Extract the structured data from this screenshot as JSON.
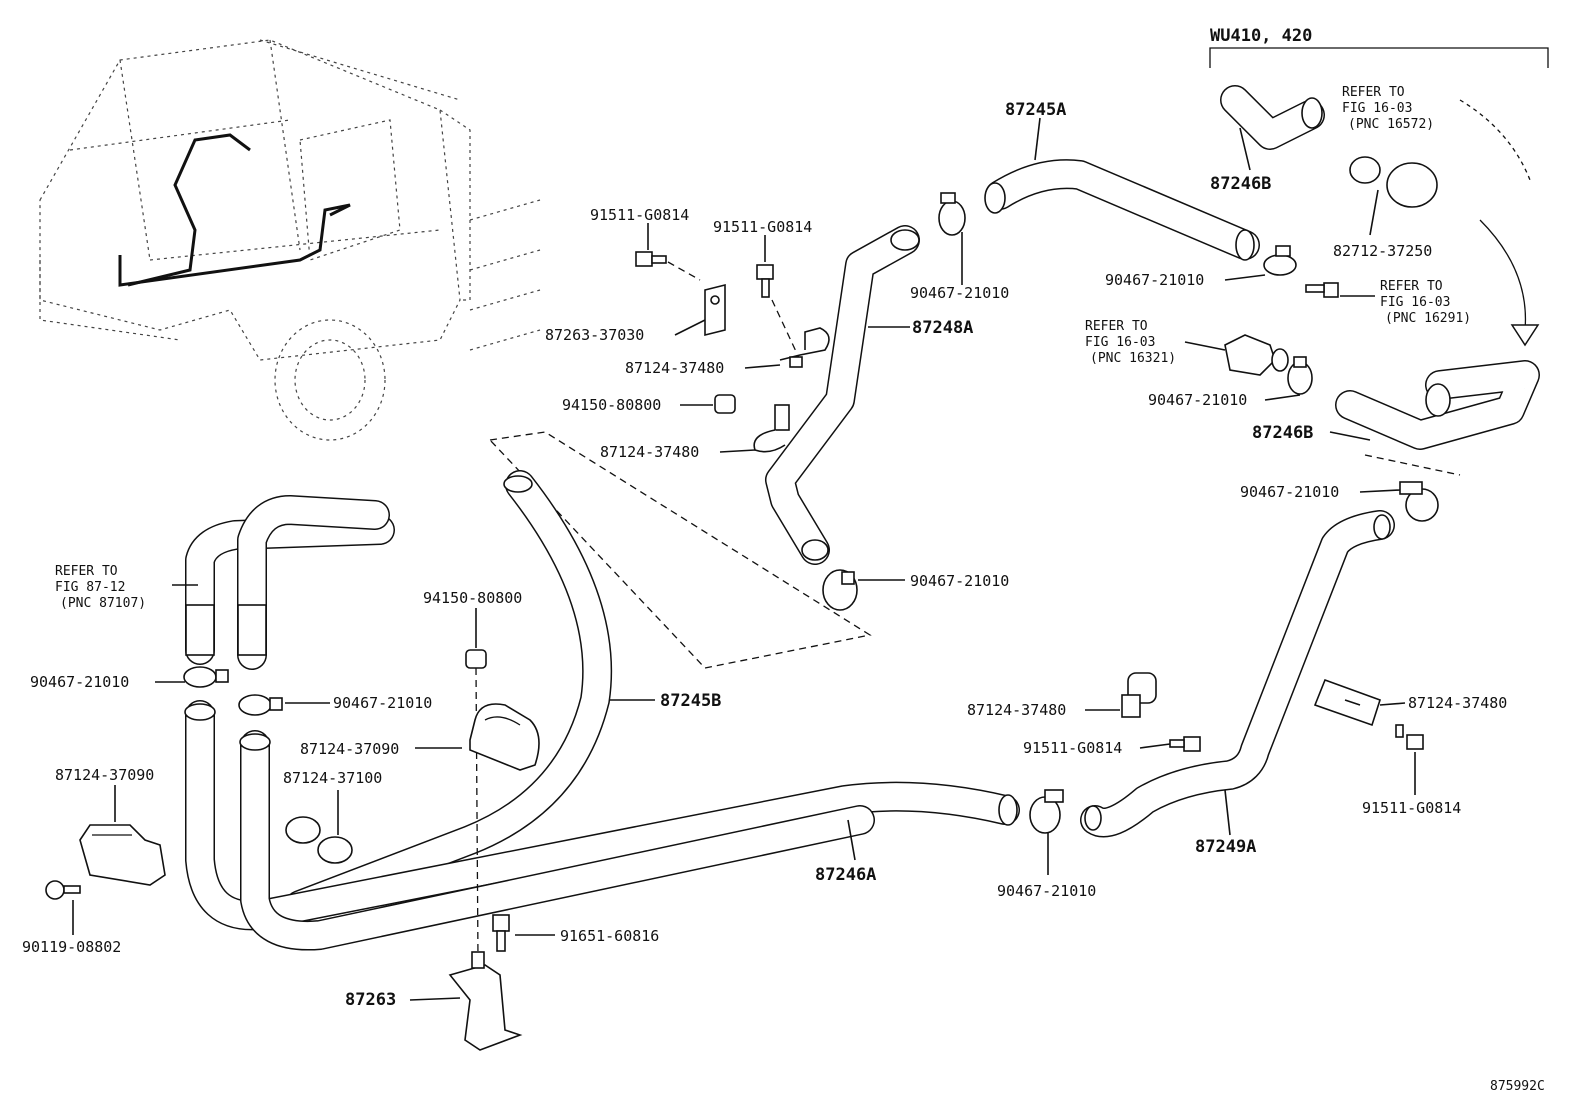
{
  "figure_code": "875992C",
  "variant_note": "WU410, 420",
  "labels": {
    "p87245A": "87245A",
    "p87248A": "87248A",
    "p87245B": "87245B",
    "p87246A": "87246A",
    "p87249A": "87249A",
    "p87246B_top": "87246B",
    "p87246B_right": "87246B",
    "p87263": "87263",
    "p91511_a": "91511-G0814",
    "p91511_b": "91511-G0814",
    "p91511_c": "91511-G0814",
    "p91511_d": "91511-G0814",
    "p87263_37030": "87263-37030",
    "p87124_37480_a": "87124-37480",
    "p87124_37480_b": "87124-37480",
    "p87124_37480_c": "87124-37480",
    "p87124_37480_d": "87124-37480",
    "p94150_a": "94150-80800",
    "p94150_b": "94150-80800",
    "p90467_a": "90467-21010",
    "p90467_b": "90467-21010",
    "p90467_c": "90467-21010",
    "p90467_d": "90467-21010",
    "p90467_e": "90467-21010",
    "p90467_f": "90467-21010",
    "p90467_g": "90467-21010",
    "p90467_h": "90467-21010",
    "p82712": "82712-37250",
    "p87124_37090_a": "87124-37090",
    "p87124_37090_b": "87124-37090",
    "p87124_37100": "87124-37100",
    "p90119": "90119-08802",
    "p91651": "91651-60816"
  },
  "notes": {
    "fig16_03_a": [
      "REFER TO",
      "FIG 16-03",
      "(PNC 16572)"
    ],
    "fig16_03_b": [
      "REFER TO",
      "FIG 16-03",
      "(PNC 16291)"
    ],
    "fig16_03_c": [
      "REFER TO",
      "FIG 16-03",
      "(PNC 16321)"
    ],
    "fig87_12": [
      "REFER TO",
      "FIG 87-12",
      "(PNC 87107)"
    ]
  }
}
